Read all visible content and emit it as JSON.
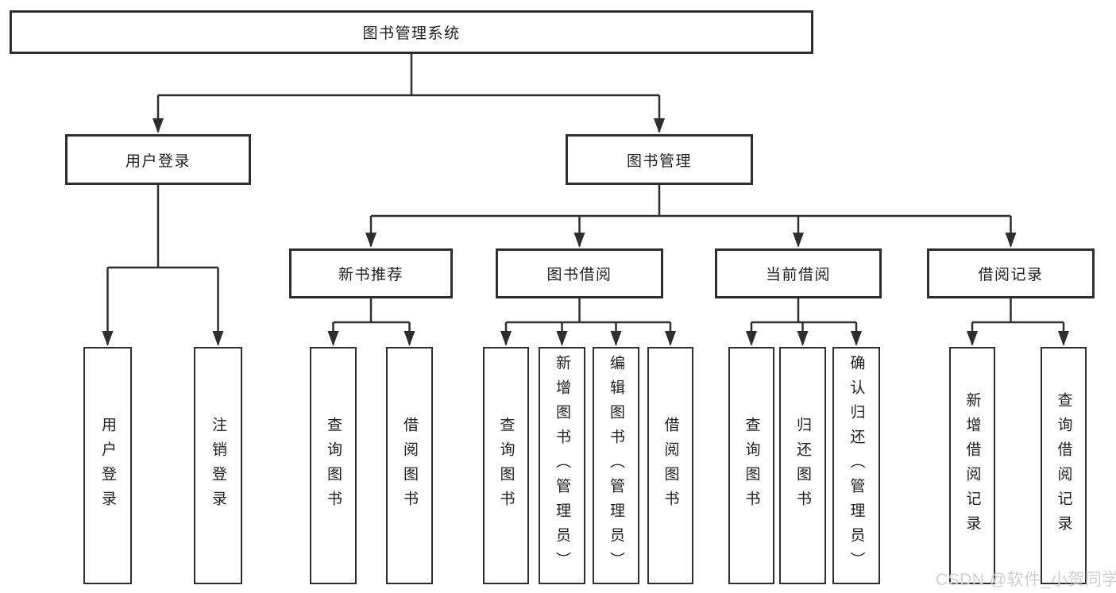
{
  "tree": {
    "label": "图书管理系统",
    "children": [
      {
        "label": "用户登录",
        "children": [
          {
            "label": "用户登录"
          },
          {
            "label": "注销登录"
          }
        ]
      },
      {
        "label": "图书管理",
        "children": [
          {
            "label": "新书推荐",
            "children": [
              {
                "label": "查询图书"
              },
              {
                "label": "借阅图书"
              }
            ]
          },
          {
            "label": "图书借阅",
            "children": [
              {
                "label": "查询图书"
              },
              {
                "label": "新增图书（管理员）"
              },
              {
                "label": "编辑图书（管理员）"
              },
              {
                "label": "借阅图书"
              }
            ]
          },
          {
            "label": "当前借阅",
            "children": [
              {
                "label": "查询图书"
              },
              {
                "label": "归还图书"
              },
              {
                "label": "确认归还（管理员）"
              }
            ]
          },
          {
            "label": "借阅记录",
            "children": [
              {
                "label": "新增借阅记录"
              },
              {
                "label": "查询借阅记录"
              }
            ]
          }
        ]
      }
    ]
  },
  "watermark": {
    "text": "CSDN @软件_小贺同学"
  },
  "colors": {
    "line": "#2e2e2e",
    "text": "#1f1f1f",
    "background": "#ffffff",
    "watermark": "#cecece"
  }
}
